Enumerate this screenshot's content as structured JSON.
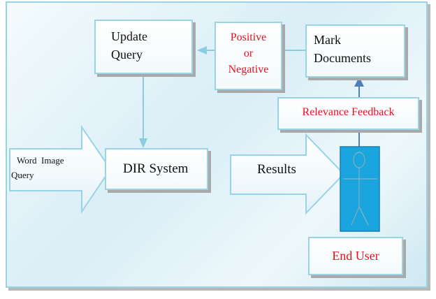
{
  "diagram": {
    "update_query": {
      "line1": "Update",
      "line2": "Query"
    },
    "feedback_type": {
      "line1": "Positive",
      "line2": "or",
      "line3": "Negative"
    },
    "mark_documents": {
      "line1": "Mark",
      "line2": "Documents"
    },
    "relevance_feedback": "Relevance Feedback",
    "word_image_query": {
      "line1": "Word  Image",
      "line2": "Query"
    },
    "dir_system": "DIR System",
    "results": "Results",
    "end_user": "End User"
  },
  "colors": {
    "box_border": "#9bd3e6",
    "arrow": "#8ccbe0",
    "label_red": "#e8101f",
    "user_fill": "#1aa5df",
    "up_arrow": "#4f7fb6"
  }
}
